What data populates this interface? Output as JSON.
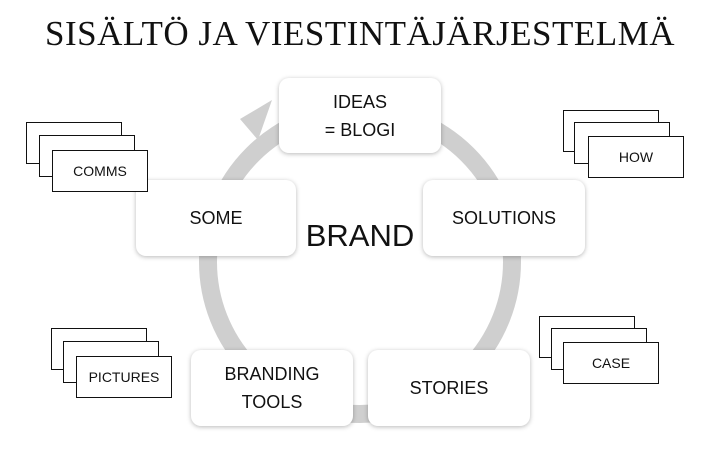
{
  "title": "SISÄLTÖ JA VIESTINTÄJÄRJESTELMÄ",
  "center_label": "BRAND",
  "nodes": {
    "ideas": [
      "IDEAS",
      "= BLOGI"
    ],
    "solutions": [
      "SOLUTIONS"
    ],
    "stories": [
      "STORIES"
    ],
    "branding_tools": [
      "BRANDING",
      "TOOLS"
    ],
    "some": [
      "SOME"
    ]
  },
  "stacks": {
    "comms": "COMMS",
    "how": "HOW",
    "pictures": "PICTURES",
    "case": "CASE"
  },
  "colors": {
    "ring": "#cfcfcf",
    "card_border": "#111111"
  }
}
